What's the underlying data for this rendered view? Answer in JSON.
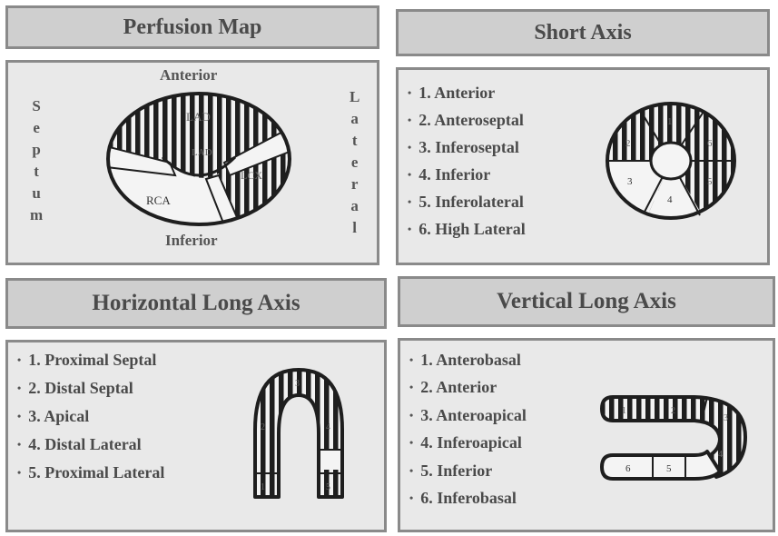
{
  "panels": {
    "perfusion_map": {
      "title": "Perfusion Map",
      "top_label": "Anterior",
      "bottom_label": "Inferior",
      "left_letters": [
        "S",
        "e",
        "p",
        "t",
        "u",
        "m"
      ],
      "right_letters": [
        "L",
        "a",
        "t",
        "e",
        "r",
        "a",
        "l"
      ],
      "territories": {
        "lad": "LAD",
        "lad_apex": "LAD",
        "lcx": "LCX",
        "rca": "RCA"
      }
    },
    "short_axis": {
      "title": "Short Axis",
      "items": [
        "1. Anterior",
        "2. Anteroseptal",
        "3. Inferoseptal",
        "4. Inferior",
        "5. Inferolateral",
        "6. High Lateral"
      ],
      "segment_numbers": [
        "1",
        "2",
        "3",
        "4",
        "5",
        "6"
      ]
    },
    "horizontal_long_axis": {
      "title": "Horizontal Long Axis",
      "items": [
        "1. Proximal Septal",
        "2. Distal Septal",
        "3. Apical",
        "4. Distal Lateral",
        "5. Proximal Lateral"
      ],
      "segment_numbers": [
        "1",
        "2",
        "3",
        "4",
        "5"
      ]
    },
    "vertical_long_axis": {
      "title": "Vertical Long Axis",
      "items": [
        "1. Anterobasal",
        "2. Anterior",
        "3. Anteroapical",
        "4. Inferoapical",
        "5. Inferior",
        "6. Inferobasal"
      ],
      "segment_numbers": [
        "1",
        "2",
        "3",
        "4",
        "5",
        "6"
      ]
    }
  }
}
